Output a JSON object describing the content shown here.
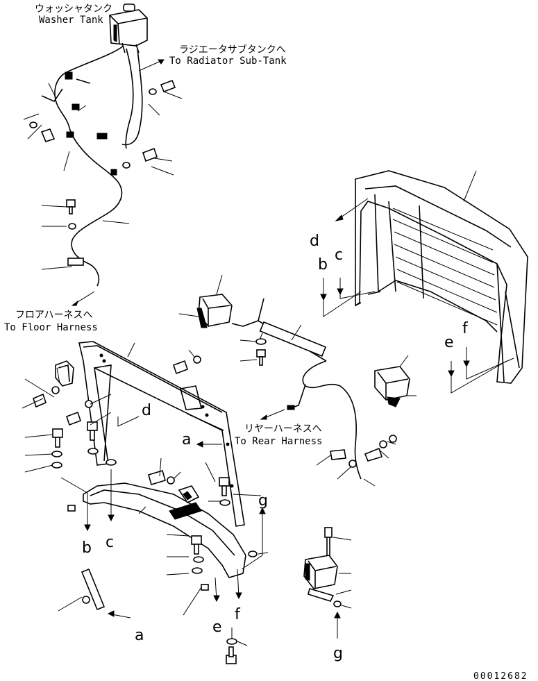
{
  "labels": {
    "washer_tank_jp": "ウォッシャタンク",
    "washer_tank_en": "Washer Tank",
    "radiator_jp": "ラジエータサブタンクへ",
    "radiator_en": "To Radiator Sub-Tank",
    "floor_jp": "フロアハーネスへ",
    "floor_en": "To Floor Harness",
    "rear_jp": "リヤーハーネスへ",
    "rear_en": "To Rear Harness"
  },
  "refs": {
    "a": "a",
    "b": "b",
    "c": "c",
    "d": "d",
    "e": "e",
    "f": "f",
    "g": "g"
  },
  "drawing_number": "00012682"
}
